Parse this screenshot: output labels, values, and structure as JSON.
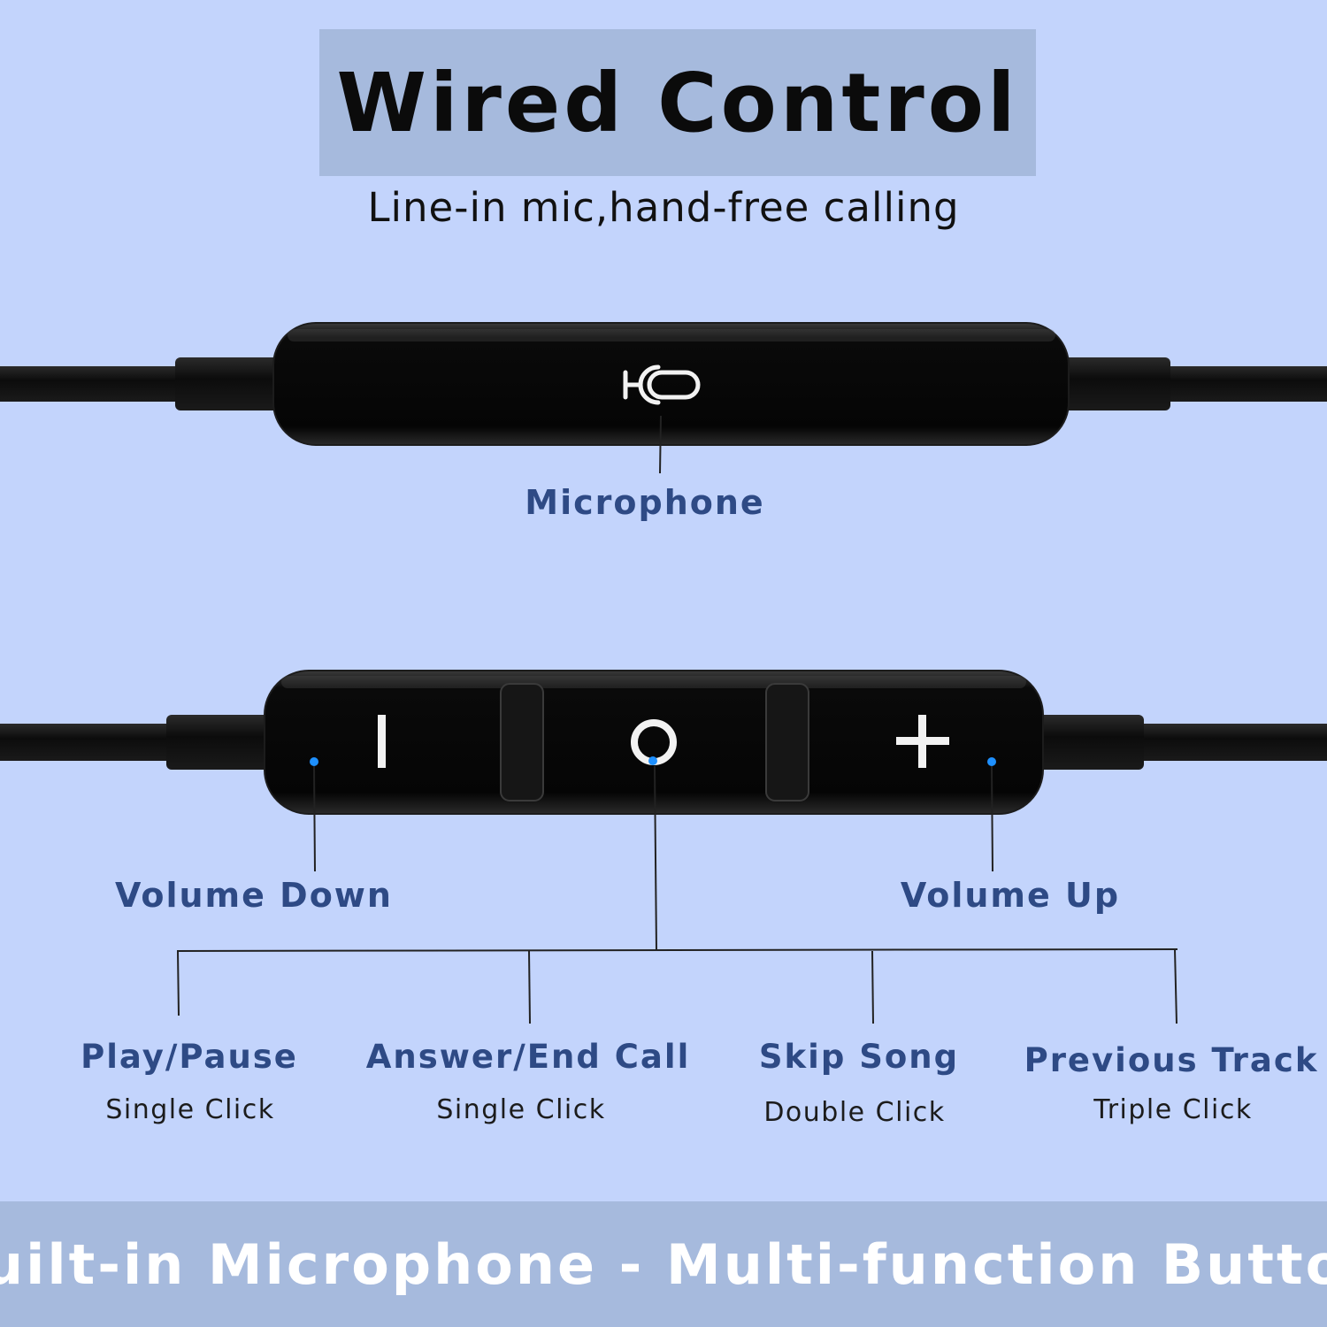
{
  "header": {
    "title": "Wired Control",
    "subtitle": "Line-in mic,hand-free calling"
  },
  "top_remote": {
    "microphone_label": "Microphone"
  },
  "bottom_remote": {
    "volume_down_label": "Volume Down",
    "volume_up_label": "Volume Up"
  },
  "functions": [
    {
      "name": "Play/Pause",
      "action": "Single Click"
    },
    {
      "name": "Answer/End Call",
      "action": "Single Click"
    },
    {
      "name": "Skip Song",
      "action": "Double Click"
    },
    {
      "name": "Previous Track",
      "action": "Triple Click"
    }
  ],
  "footer": {
    "text": "Built-in Microphone - Multi-function Button"
  },
  "colors": {
    "background": "#c3d4fc",
    "banner": "#a6badd",
    "label": "#2e4a85",
    "indicator_dot": "#1e90ff"
  }
}
